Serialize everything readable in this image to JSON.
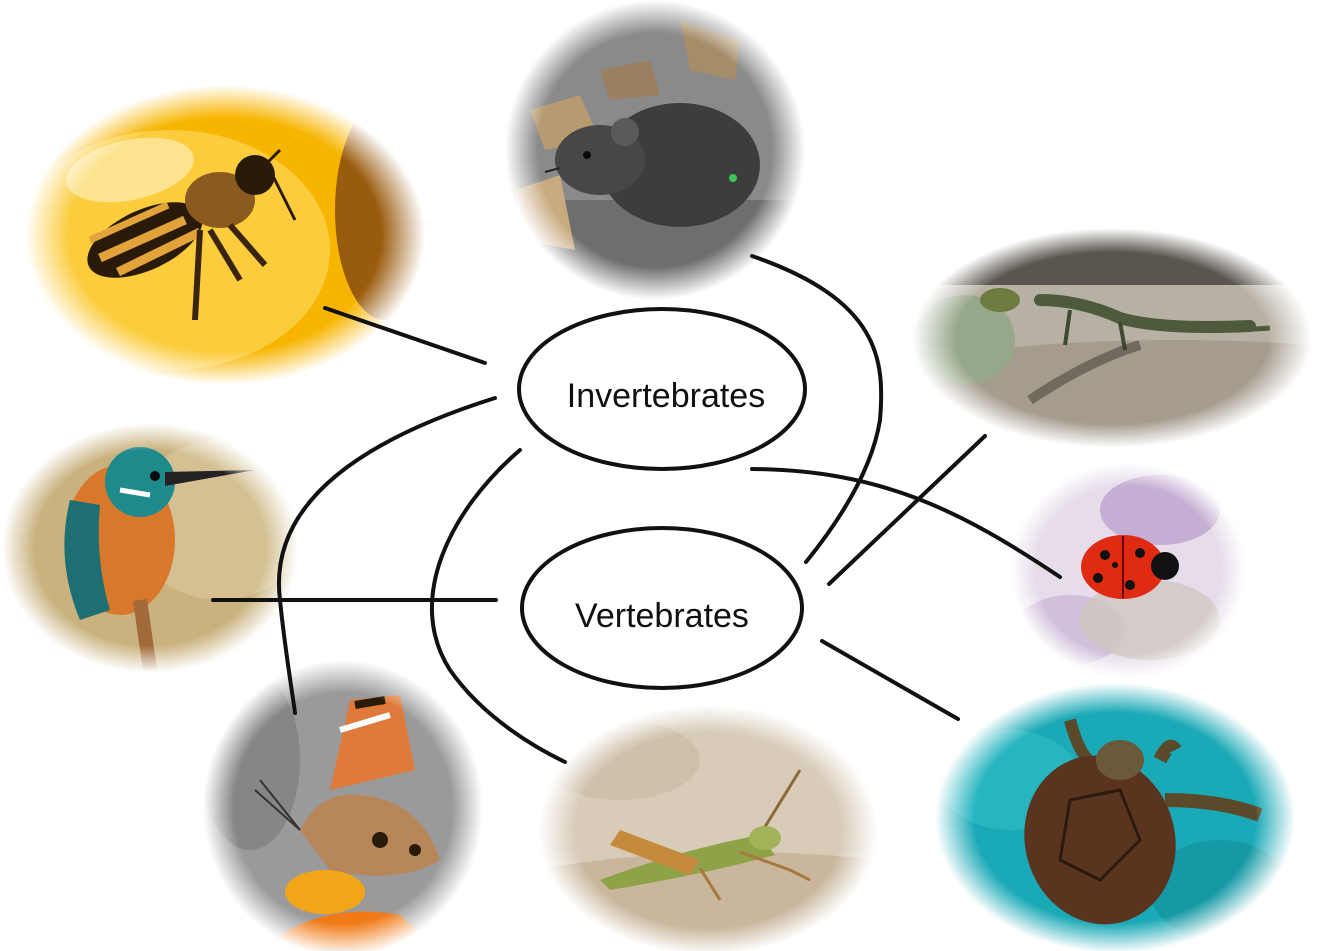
{
  "nodes": {
    "invertebrates": {
      "label": "Invertebrates"
    },
    "vertebrates": {
      "label": "Vertebrates"
    }
  },
  "animals": [
    {
      "id": "bee",
      "icon": "bee-photo",
      "group": "invertebrates"
    },
    {
      "id": "mouse",
      "icon": "mouse-photo",
      "group": "vertebrates"
    },
    {
      "id": "lizard",
      "icon": "lizard-photo",
      "group": "vertebrates"
    },
    {
      "id": "kingfisher",
      "icon": "kingfisher-photo",
      "group": "vertebrates"
    },
    {
      "id": "ladybug",
      "icon": "ladybug-photo",
      "group": "invertebrates"
    },
    {
      "id": "butterfly",
      "icon": "butterfly-photo",
      "group": "invertebrates"
    },
    {
      "id": "grasshopper",
      "icon": "grasshopper-photo",
      "group": "invertebrates"
    },
    {
      "id": "turtle",
      "icon": "turtle-photo",
      "group": "vertebrates"
    }
  ],
  "colors": {
    "line": "#111111",
    "bee_bg": "#f7b500",
    "mouse_bg": "#8a8a8a",
    "lizard_bg": "#b7b0a4",
    "kingfisher_bg": "#c9b27e",
    "ladybug_bg": "#e6dcea",
    "butterfly_bg": "#9a9a9a",
    "grasshopper_bg": "#d8cbb8",
    "turtle_bg": "#1aa9b6"
  }
}
